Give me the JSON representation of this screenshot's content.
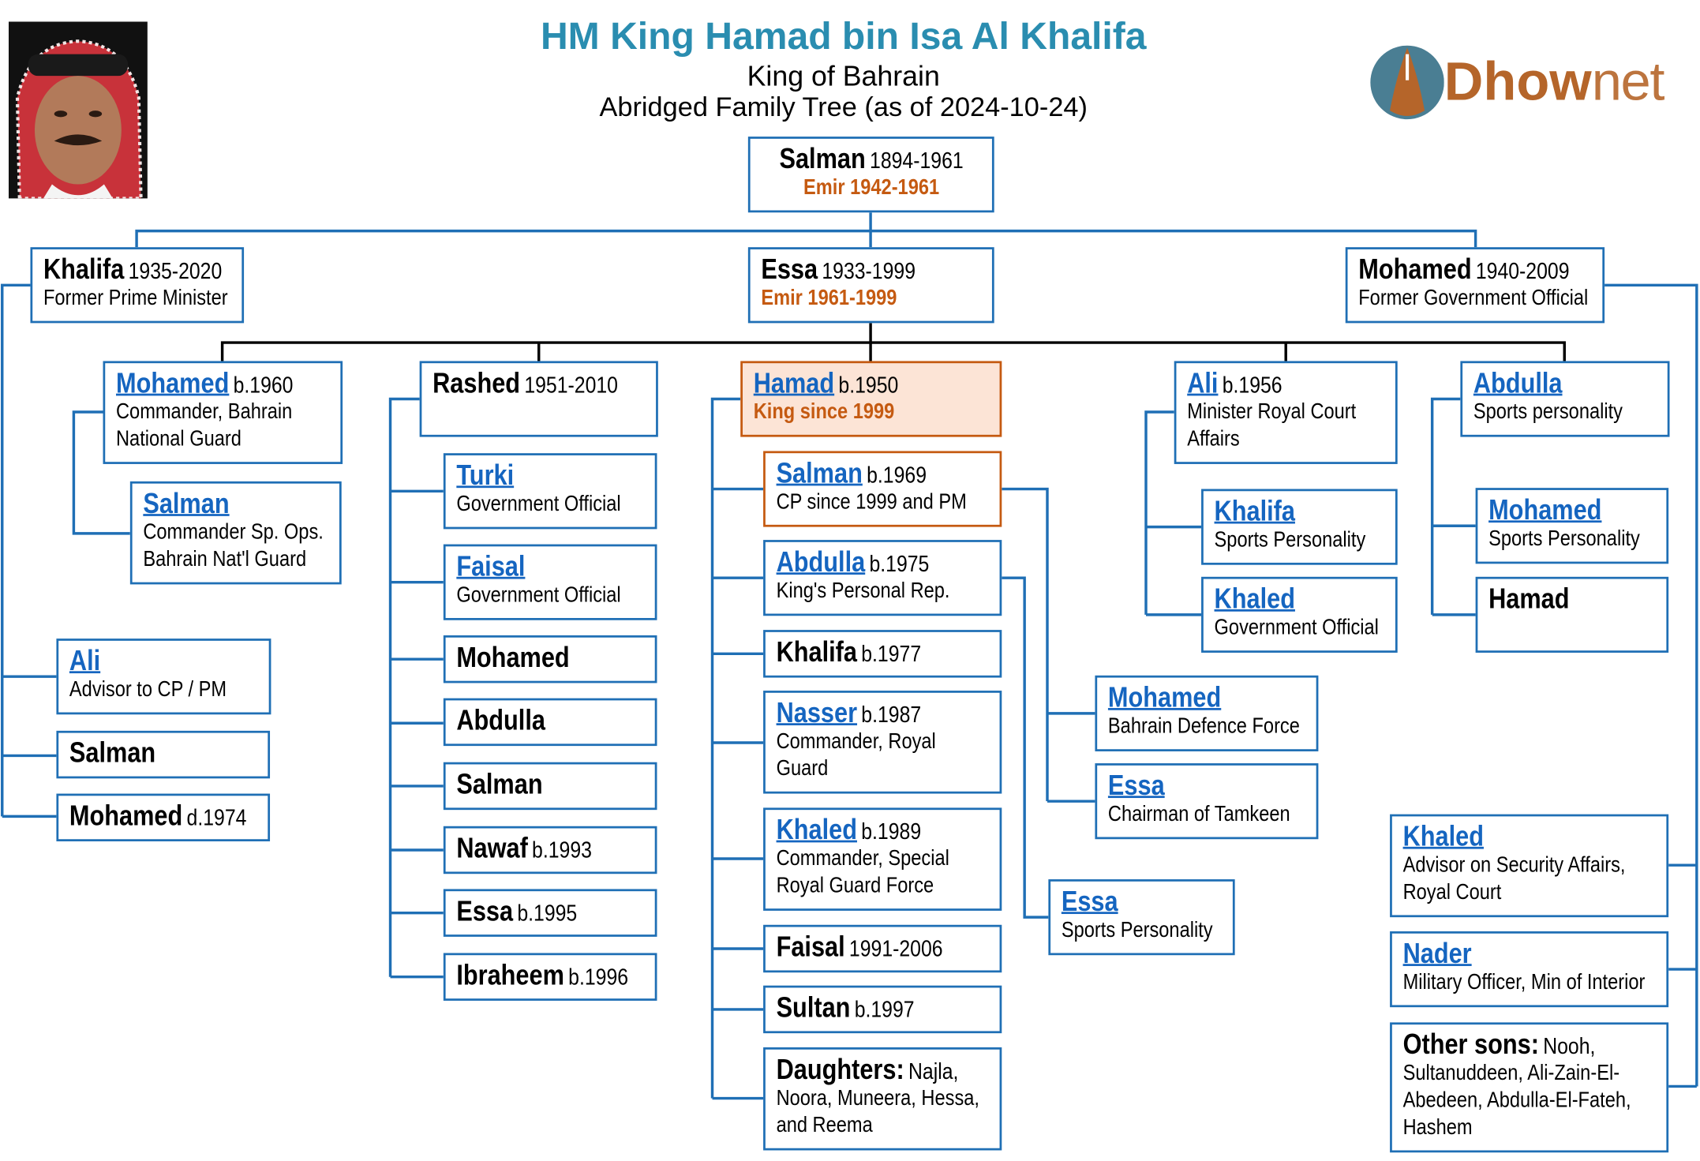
{
  "header": {
    "title": "HM King Hamad bin Isa Al Khalifa",
    "subtitle": "King of Bahrain",
    "subtitle2": "Abridged Family Tree (as of 2024-10-24)"
  },
  "logo": {
    "bold": "Dhow",
    "light": "net"
  },
  "colors": {
    "title": "#2A8DB0",
    "box_border": "#1F6FB5",
    "accent_orange": "#C55A11",
    "king_fill": "#FCE4D6",
    "link": "#1565C0"
  },
  "nodes": {
    "salman_root": {
      "name": "Salman",
      "dates": "1894-1961",
      "role": "Emir 1942-1961"
    },
    "khalifa_1935": {
      "name": "Khalifa",
      "dates": "1935-2020",
      "role": "Former Prime Minister"
    },
    "essa_1933": {
      "name": "Essa",
      "dates": "1933-1999",
      "role": "Emir 1961-1999"
    },
    "mohamed_1940": {
      "name": "Mohamed",
      "dates": "1940-2009",
      "role": "Former Government Official"
    },
    "k_ali": {
      "name": "Ali",
      "dates": "",
      "role": "Advisor to CP / PM"
    },
    "k_salman": {
      "name": "Salman",
      "dates": "",
      "role": ""
    },
    "k_mohamed": {
      "name": "Mohamed",
      "dates": "d.1974",
      "role": ""
    },
    "e_mohamed": {
      "name": "Mohamed",
      "dates": "b.1960",
      "role": "Commander, Bahrain National Guard"
    },
    "em_salman": {
      "name": "Salman",
      "dates": "",
      "role": "Commander Sp. Ops. Bahrain Nat'l Guard"
    },
    "e_rashed": {
      "name": "Rashed",
      "dates": "1951-2010",
      "role": ""
    },
    "r_turki": {
      "name": "Turki",
      "dates": "",
      "role": "Government Official"
    },
    "r_faisal": {
      "name": "Faisal",
      "dates": "",
      "role": "Government Official"
    },
    "r_mohamed": {
      "name": "Mohamed",
      "dates": "",
      "role": ""
    },
    "r_abdulla": {
      "name": "Abdulla",
      "dates": "",
      "role": ""
    },
    "r_salman": {
      "name": "Salman",
      "dates": "",
      "role": ""
    },
    "r_nawaf": {
      "name": "Nawaf",
      "dates": "b.1993",
      "role": ""
    },
    "r_essa": {
      "name": "Essa",
      "dates": "b.1995",
      "role": ""
    },
    "r_ibraheem": {
      "name": "Ibraheem",
      "dates": "b.1996",
      "role": ""
    },
    "e_hamad": {
      "name": "Hamad",
      "dates": "b.1950",
      "role": "King since 1999"
    },
    "h_salman": {
      "name": "Salman",
      "dates": "b.1969",
      "role": "CP since 1999 and PM"
    },
    "h_abdulla": {
      "name": "Abdulla",
      "dates": "b.1975",
      "role": "King's Personal Rep."
    },
    "h_khalifa": {
      "name": "Khalifa",
      "dates": "b.1977",
      "role": ""
    },
    "h_nasser": {
      "name": "Nasser",
      "dates": "b.1987",
      "role": "Commander, Royal Guard"
    },
    "h_khaled": {
      "name": "Khaled",
      "dates": "b.1989",
      "role": "Commander, Special Royal Guard Force"
    },
    "h_faisal": {
      "name": "Faisal",
      "dates": "1991-2006",
      "role": ""
    },
    "h_sultan": {
      "name": "Sultan",
      "dates": "b.1997",
      "role": ""
    },
    "h_daughters": {
      "name": "Daughters:",
      "dates": "Najla,",
      "role": "Noora, Muneera, Hessa, and Reema"
    },
    "hs_mohamed": {
      "name": "Mohamed",
      "dates": "",
      "role": "Bahrain Defence Force"
    },
    "hs_essa": {
      "name": "Essa",
      "dates": "",
      "role": "Chairman of Tamkeen"
    },
    "ha_essa": {
      "name": "Essa",
      "dates": "",
      "role": "Sports Personality"
    },
    "e_ali": {
      "name": "Ali",
      "dates": "b.1956",
      "role": "Minister Royal Court Affairs"
    },
    "a_khalifa": {
      "name": "Khalifa",
      "dates": "",
      "role": "Sports Personality"
    },
    "a_khaled": {
      "name": "Khaled",
      "dates": "",
      "role": "Government Official"
    },
    "e_abdulla": {
      "name": "Abdulla",
      "dates": "",
      "role": "Sports personality"
    },
    "ab_mohamed": {
      "name": "Mohamed",
      "dates": "",
      "role": "Sports Personality"
    },
    "ab_hamad": {
      "name": "Hamad",
      "dates": "",
      "role": ""
    },
    "m_khaled": {
      "name": "Khaled",
      "dates": "",
      "role": "Advisor on Security Affairs, Royal Court"
    },
    "m_nader": {
      "name": "Nader",
      "dates": "",
      "role": "Military Officer, Min of Interior"
    },
    "m_others": {
      "name": "Other sons:",
      "dates": "Nooh,",
      "role": "Sultanuddeen, Ali-Zain-El-Abedeen, Abdulla-El-Fateh, Hashem"
    }
  }
}
